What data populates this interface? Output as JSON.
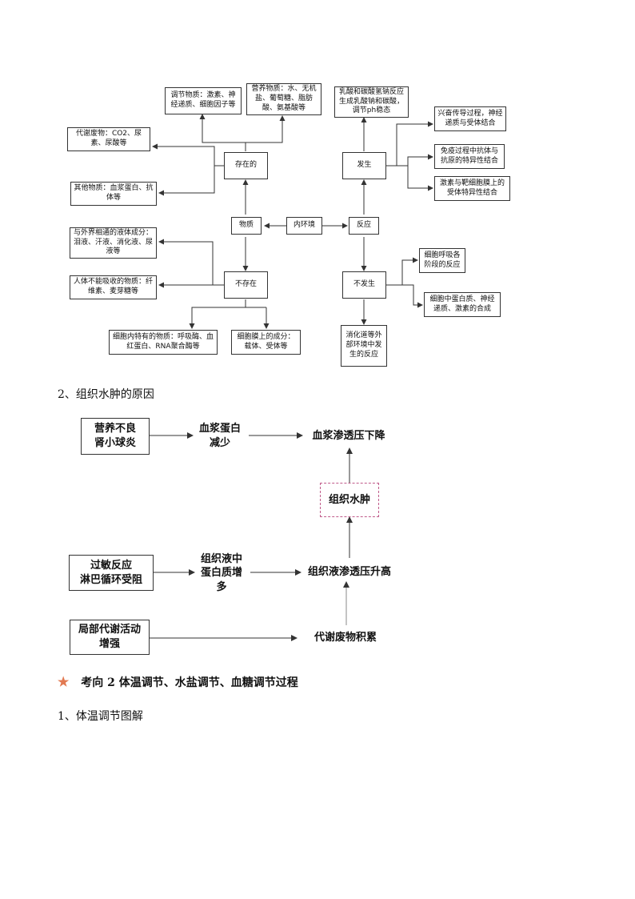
{
  "diagram1": {
    "center": "内环境",
    "matter": "物质",
    "reaction": "反应",
    "exists": "存在的",
    "not_exists": "不存在",
    "occurs": "发生",
    "not_occurs": "不发生",
    "regulatory": "调节物质：激素、神经递质、细胞因子等",
    "nutrient": "营养物质：水、无机盐、葡萄糖、脂肪酸、氨基酸等",
    "waste": "代谢废物：CO2、尿素、尿酸等",
    "other": "其他物质：血浆蛋白、抗体等",
    "external": "与外界相通的液体成分：泪液、汗液、消化液、尿液等",
    "unabsorbable": "人体不能吸收的物质：纤维素、麦芽糖等",
    "intracellular": "细胞内特有的物质：呼吸酶、血红蛋白、RNA聚合酶等",
    "membrane": "细胞膜上的成分：载体、受体等",
    "buffer": "乳酸和碳酸氢钠反应生成乳酸钠和碳酸，调节ph稳态",
    "nerve": "兴奋传导过程，神经递质与受体结合",
    "immune": "免疫过程中抗体与抗原的特异性结合",
    "hormone": "激素与靶细胞膜上的受体特异性结合",
    "respiration": "细胞呼吸各阶段的反应",
    "synthesis": "细胞中蛋白质、神经递质、激素的合成",
    "digestion": "消化道等外部环境中发生的反应"
  },
  "section2_title": "2、组织水肿的原因",
  "diagram2": {
    "cause1": "营养不良\n肾小球炎",
    "plasma_protein": "血浆蛋白\n减少",
    "plasma_osmotic": "血浆渗透压下降",
    "edema": "组织水肿",
    "cause2": "过敏反应\n淋巴循环受阻",
    "tissue_protein": "组织液中\n蛋白质增\n多",
    "tissue_osmotic": "组织液渗透压升高",
    "cause3": "局部代谢活动\n增强",
    "waste_accum": "代谢废物积累"
  },
  "section3_star": "★",
  "section3_title": "考向 2  体温调节、水盐调节、血糖调节过程",
  "section4_title": "1、体温调节图解"
}
